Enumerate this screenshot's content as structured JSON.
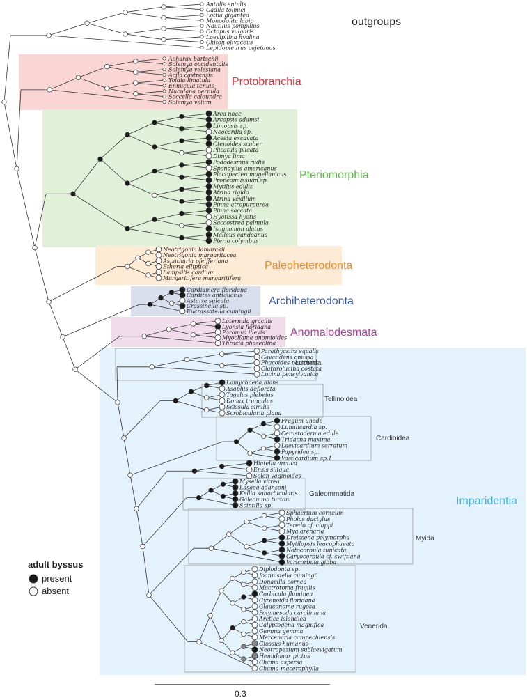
{
  "outgroups_label": "outgroups",
  "outgroups": [
    "Antalis entalis",
    "Gadila tolmiei",
    "Lottia gigantea",
    "Monodonta labio",
    "Nautilus pompilius",
    "Octopus vulgaris",
    "Laevipilina hyalina",
    "Chiton olivaceus",
    "Lepidopleurus cajetanus"
  ],
  "clades": [
    {
      "label": "Protobranchia",
      "color": "#e8323c",
      "box": "#f9d6d4",
      "taxa": [
        {
          "n": "Acharax bartschii",
          "s": "a"
        },
        {
          "n": "Solemya occidentalis",
          "s": "a"
        },
        {
          "n": "Solemya velesiana",
          "s": "a"
        },
        {
          "n": "Acila castrensis",
          "s": "a"
        },
        {
          "n": "Yoldia limatula",
          "s": "a"
        },
        {
          "n": "Ennucula tenuis",
          "s": "a"
        },
        {
          "n": "Nuculana pernula",
          "s": "a"
        },
        {
          "n": "Saccella caloundra",
          "s": "a"
        },
        {
          "n": "Solemya velum",
          "s": "a"
        }
      ]
    },
    {
      "label": "Pteriomorphia",
      "color": "#5cb84a",
      "box": "#e1f0d8",
      "taxa": [
        {
          "n": "Arca noae",
          "s": "p"
        },
        {
          "n": "Arcopsis adamsi",
          "s": "p"
        },
        {
          "n": "Limopsis sp.",
          "s": "p"
        },
        {
          "n": "Neocardia sp.",
          "s": "a"
        },
        {
          "n": "Acesta excavata",
          "s": "p"
        },
        {
          "n": "Ctenoides scaber",
          "s": "p"
        },
        {
          "n": "Plicatula plicata",
          "s": "a"
        },
        {
          "n": "Dimya lima",
          "s": "a"
        },
        {
          "n": "Pododesmus rudis",
          "s": "p"
        },
        {
          "n": "Spondylus americanus",
          "s": "a"
        },
        {
          "n": "Placopecten magellanicus",
          "s": "p"
        },
        {
          "n": "Propeamussium sp.",
          "s": "p"
        },
        {
          "n": "Mytilus edulis",
          "s": "p"
        },
        {
          "n": "Atrina rigida",
          "s": "p"
        },
        {
          "n": "Atrina vexillum",
          "s": "p"
        },
        {
          "n": "Pinna atropurpurea",
          "s": "p"
        },
        {
          "n": "Pinna saccata",
          "s": "p"
        },
        {
          "n": "Hyotissa hyotis",
          "s": "a"
        },
        {
          "n": "Saccostrea palmula",
          "s": "a"
        },
        {
          "n": "Isognomon alatus",
          "s": "p"
        },
        {
          "n": "Malleus candeanus",
          "s": "p"
        },
        {
          "n": "Pteria colymbus",
          "s": "p"
        }
      ]
    },
    {
      "label": "Paleoheterodonta",
      "color": "#f08c28",
      "box": "#fdebd6",
      "taxa": [
        {
          "n": "Neotrigonia lamarckii",
          "s": "a"
        },
        {
          "n": "Neotrigonia margaritacea",
          "s": "a"
        },
        {
          "n": "Aspatharia pfeifferiana",
          "s": "a"
        },
        {
          "n": "Etheria elliptica",
          "s": "a"
        },
        {
          "n": "Lampsilis cardium",
          "s": "a"
        },
        {
          "n": "Margaritifera margaritifera",
          "s": "a"
        }
      ]
    },
    {
      "label": "Archiheterodonta",
      "color": "#3a5aa8",
      "box": "#dadfee",
      "taxa": [
        {
          "n": "Cardiamera floridana",
          "s": "p"
        },
        {
          "n": "Cardites antiquatus",
          "s": "p"
        },
        {
          "n": "Astarte sulcata",
          "s": "a"
        },
        {
          "n": "Crassinella sp.",
          "s": "p"
        },
        {
          "n": "Eucrassatella cumingii",
          "s": "a"
        }
      ]
    },
    {
      "label": "Anomalodesmata",
      "color": "#b03c98",
      "box": "#f1dcec",
      "taxa": [
        {
          "n": "Laternula gracilis",
          "s": "a"
        },
        {
          "n": "Lyonsia floridana",
          "s": "p"
        },
        {
          "n": "Poromya illevis",
          "s": "a"
        },
        {
          "n": "Myochama anomioides",
          "s": "a"
        },
        {
          "n": "Thracia phaseolina",
          "s": "a"
        }
      ]
    }
  ],
  "imparidentia": {
    "label": "Imparidentia",
    "color": "#44b4e0",
    "box": "#e4f2fb",
    "subclades": [
      {
        "label": "Lucinida",
        "taxa": [
          {
            "n": "Parathyasira equalis",
            "s": "a"
          },
          {
            "n": "Cavatidens omissa",
            "s": "a"
          },
          {
            "n": "Phacoides pectinata",
            "s": "a"
          },
          {
            "n": "Clathrolucina costata",
            "s": "a"
          },
          {
            "n": "Lucina pensylvanica",
            "s": "a"
          }
        ]
      },
      {
        "label": "Tellinoidea",
        "taxa": [
          {
            "n": "Lamychaena hians",
            "s": "p"
          },
          {
            "n": "Asaphis deflorata",
            "s": "a"
          },
          {
            "n": "Tagelus plebeius",
            "s": "a"
          },
          {
            "n": "Donax trunculus",
            "s": "a"
          },
          {
            "n": "Scissula similis",
            "s": "a"
          },
          {
            "n": "Scrobicularia plana",
            "s": "a"
          }
        ]
      },
      {
        "label": "Cardioidea",
        "taxa": [
          {
            "n": "Fragum unedo",
            "s": "p"
          },
          {
            "n": "Lunulicardia sp.",
            "s": "a"
          },
          {
            "n": "Cerastoderma edule",
            "s": "a"
          },
          {
            "n": "Tridacna maxima",
            "s": "p"
          },
          {
            "n": "Laevicardium serratum",
            "s": "a"
          },
          {
            "n": "Papyridea sp.",
            "s": "p"
          },
          {
            "n": "Vasticardium sp.1",
            "s": "p"
          }
        ]
      },
      {
        "label": "",
        "taxa": [
          {
            "n": "Hiatella arctica",
            "s": "p"
          },
          {
            "n": "Ensis siliqua",
            "s": "a"
          },
          {
            "n": "Solen vaginoides",
            "s": "a"
          }
        ]
      },
      {
        "label": "Galeommatida",
        "taxa": [
          {
            "n": "Mysella vitrea",
            "s": "p"
          },
          {
            "n": "Lasaea adansoni",
            "s": "p"
          },
          {
            "n": "Kellia suborbicularis",
            "s": "p"
          },
          {
            "n": "Galeomma turtoni",
            "s": "p"
          },
          {
            "n": "Scintilla sp.",
            "s": "p"
          }
        ]
      },
      {
        "label": "Myida",
        "taxa": [
          {
            "n": "Sphaerium corneum",
            "s": "a"
          },
          {
            "n": "Pholas dactylus",
            "s": "a"
          },
          {
            "n": "Teredo cf. clappi",
            "s": "a"
          },
          {
            "n": "Mya arenaria",
            "s": "a"
          },
          {
            "n": "Dreissena polymorpha",
            "s": "p"
          },
          {
            "n": "Mytilopsis leucophaeata",
            "s": "p"
          },
          {
            "n": "Notocorbula tunicata",
            "s": "p"
          },
          {
            "n": "Caryocorbula cf. swiftiana",
            "s": "p"
          },
          {
            "n": "Varicorbula gibba",
            "s": "p"
          }
        ]
      },
      {
        "label": "Venerida",
        "taxa": [
          {
            "n": "Diplodonta sp.",
            "s": "a"
          },
          {
            "n": "Joannisiella cumingii",
            "s": "a"
          },
          {
            "n": "Donacilla cornea",
            "s": "a"
          },
          {
            "n": "Mactrotoma fragilis",
            "s": "a"
          },
          {
            "n": "Corbicula fluminea",
            "s": "p"
          },
          {
            "n": "Cyrenoida floridana",
            "s": "a"
          },
          {
            "n": "Glauconome rugosa",
            "s": "a"
          },
          {
            "n": "Polymesoda caroliniana",
            "s": "a"
          },
          {
            "n": "Arctica islandica",
            "s": "a"
          },
          {
            "n": "Calyptogena magnifica",
            "s": "a"
          },
          {
            "n": "Gemma gemma",
            "s": "a"
          },
          {
            "n": "Mercenaria campechiensis",
            "s": "a"
          },
          {
            "n": "Glossus humanus",
            "s": "g"
          },
          {
            "n": "Neotrapezium sublaevigatum",
            "s": "p"
          },
          {
            "n": "Hemidonax pictus",
            "s": "g"
          },
          {
            "n": "Chama aspersa",
            "s": "a"
          },
          {
            "n": "Chama macerophylla",
            "s": "a"
          }
        ]
      }
    ]
  },
  "legend": {
    "title": "adult byssus",
    "present": "present",
    "absent": "absent"
  },
  "scale_label": "0.3",
  "colors": {
    "present": "#1a1a1a",
    "absent": "#ffffff",
    "ambiguous": "#888888",
    "stroke": "#333333"
  }
}
